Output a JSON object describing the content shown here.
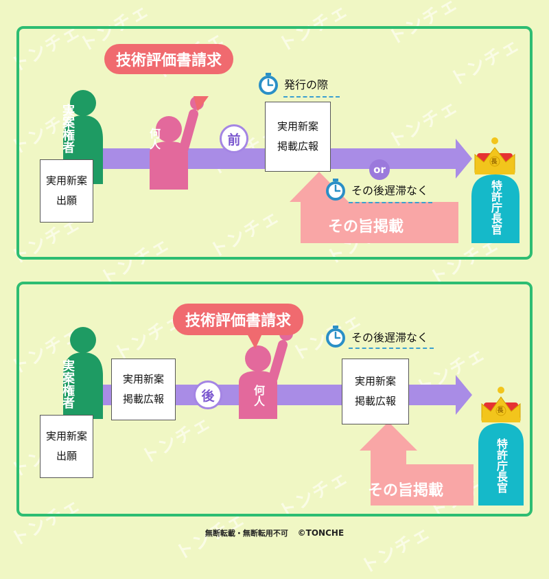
{
  "watermark": "トンチェ",
  "colors": {
    "background": "#f0f7c4",
    "panel_border": "#2dbd72",
    "arrow_purple": "#a98ce6",
    "arrow_pink": "#f9a6a6",
    "bubble": "#f06a6f",
    "holder": "#1e9b63",
    "person": "#e3699c",
    "official": "#15b9c9",
    "watch": "#2a8fc6"
  },
  "panel1": {
    "holder_label": "実案権者",
    "application_box": [
      "実用新案",
      "出願"
    ],
    "speech_bubble": "技術評価書請求",
    "person_label": "何人",
    "timing_circle": "前",
    "publication_box": [
      "実用新案",
      "掲載広報"
    ],
    "note_top": "発行の際",
    "or_label": "or",
    "note_bottom": "その後遅滞なく",
    "official_label": "特許庁長官",
    "crown_badge": "長",
    "return_arrow_text": "その旨掲載"
  },
  "panel2": {
    "holder_label": "実案権者",
    "application_box": [
      "実用新案",
      "出願"
    ],
    "publication_box_1": [
      "実用新案",
      "掲載広報"
    ],
    "timing_circle": "後",
    "speech_bubble": "技術評価書請求",
    "person_label": "何人",
    "note": "その後遅滞なく",
    "publication_box_2": [
      "実用新案",
      "掲載広報"
    ],
    "official_label": "特許庁長官",
    "crown_badge": "長",
    "return_arrow_text": "その旨掲載"
  },
  "footer": {
    "notice": "無断転載・無断転用不可",
    "copyright": "©TONCHE"
  }
}
